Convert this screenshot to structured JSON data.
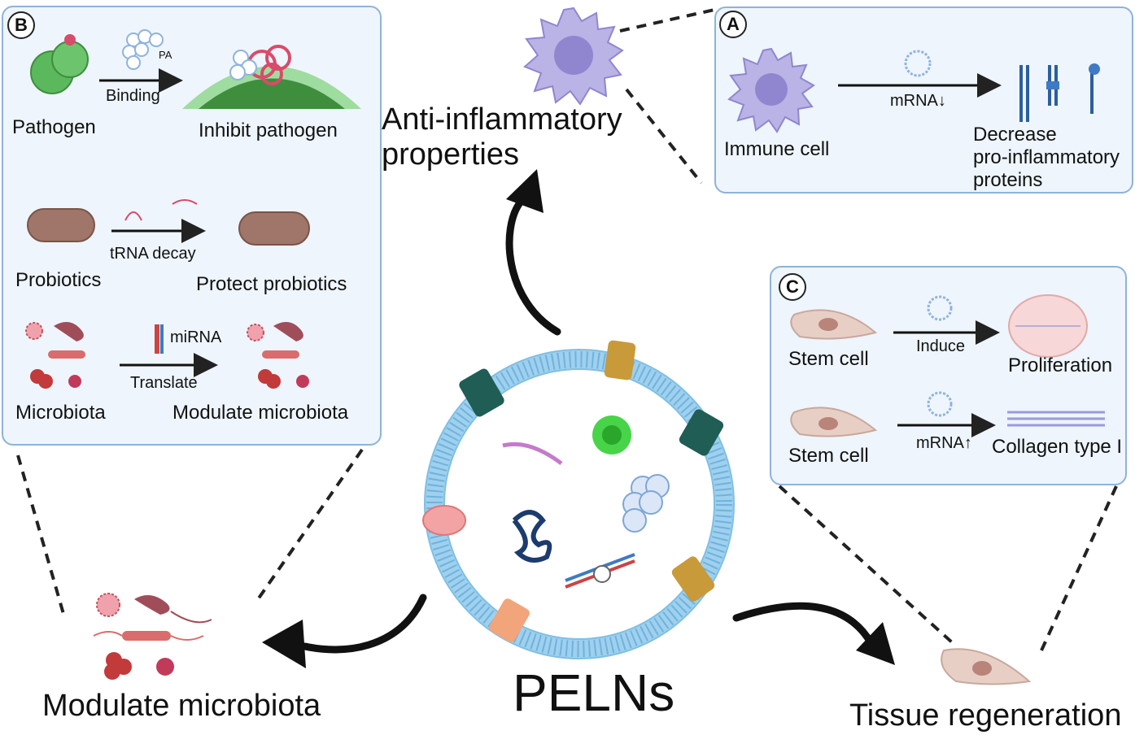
{
  "panel_b": {
    "badge": "B",
    "pathogen": "Pathogen",
    "pa": "PA",
    "binding": "Binding",
    "inhibit_pathogen": "Inhibit pathogen",
    "probiotics": "Probiotics",
    "trna_decay": "tRNA decay",
    "protect_probiotics": "Protect probiotics",
    "mirna": "miRNA",
    "translate": "Translate",
    "microbiota": "Microbiota",
    "modulate_microbiota": "Modulate microbiota"
  },
  "panel_a": {
    "badge": "A",
    "mrna_down": "mRNA↓",
    "immune_cell": "Immune cell",
    "decrease_line1": "Decrease",
    "decrease_line2": "pro-inflammatory",
    "decrease_line3": "proteins"
  },
  "panel_c": {
    "badge": "C",
    "stem_cell_1": "Stem cell",
    "induce": "Induce",
    "proliferation": "Proliferation",
    "stem_cell_2": "Stem cell",
    "mrna_up": "mRNA↑",
    "collagen": "Collagen type I"
  },
  "main": {
    "anti_inflammatory_line1": "Anti-inflammatory",
    "anti_inflammatory_line2": "properties",
    "pelns": "PELNs",
    "modulate_microbiota": "Modulate microbiota",
    "tissue_regeneration": "Tissue regeneration"
  },
  "colors": {
    "panel_fill": "#eef5fc",
    "panel_border": "#8fb3d8",
    "membrane": "#9fd0ee",
    "immune_cell": "#b9b3e6",
    "pathogen_green": "#5cb85c",
    "bacteria": "#b86b6b",
    "stem_cell": "#e8cfc6"
  }
}
